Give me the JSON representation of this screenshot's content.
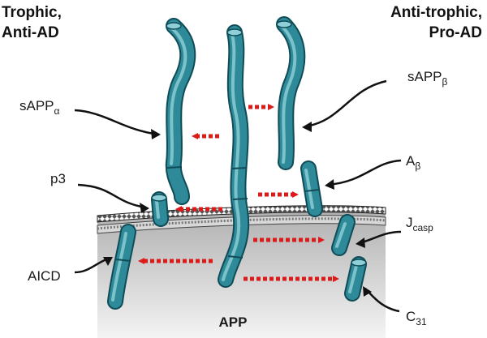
{
  "header_left": {
    "line1": "Trophic,",
    "line2": "Anti-AD"
  },
  "header_right": {
    "line1": "Anti-trophic,",
    "line2": "Pro-AD"
  },
  "labels": {
    "sapp_alpha": {
      "main": "sAPP",
      "sub": "α"
    },
    "sapp_beta": {
      "main": "sAPP",
      "sub": "β"
    },
    "p3": {
      "main": "p3"
    },
    "a_beta": {
      "main": "A",
      "sub": "β"
    },
    "j_casp": {
      "main": "J",
      "sub": "casp"
    },
    "aicd": {
      "main": "AICD"
    },
    "c31": {
      "main": "C",
      "sub": "31"
    },
    "app": {
      "main": "APP"
    }
  },
  "colors": {
    "protein_fill": "#2e8a98",
    "protein_dark": "#0f4c57",
    "protein_light": "#8fd0d8",
    "arrow_red": "#dd1a1a",
    "cytoplasm_top": "#b5b5b5",
    "cytoplasm_bottom": "#f2f2f2"
  }
}
